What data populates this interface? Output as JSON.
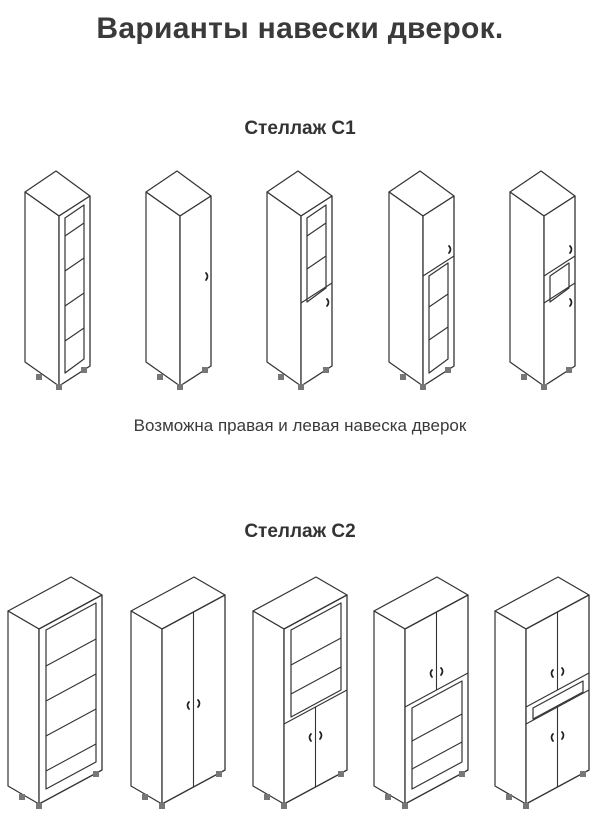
{
  "page": {
    "title": "Варианты навески дверок.",
    "section1_title": "Стеллаж С1",
    "note": "Возможна правая и левая навеска дверок",
    "section2_title": "Стеллаж С2"
  },
  "colors": {
    "line": "#333333",
    "background": "#ffffff"
  },
  "c1_variants": [
    "open shelves",
    "full door",
    "lower door",
    "upper door",
    "upper and lower doors"
  ],
  "c2_variants": [
    "open shelves",
    "double full doors",
    "lower double doors",
    "upper double doors",
    "upper and lower double doors"
  ]
}
